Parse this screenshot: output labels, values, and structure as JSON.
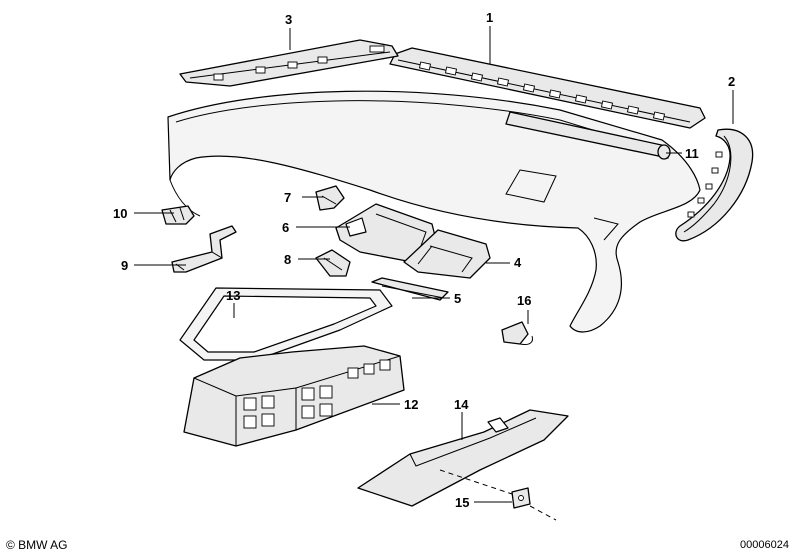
{
  "callouts": {
    "c1": "1",
    "c2": "2",
    "c3": "3",
    "c4": "4",
    "c5": "5",
    "c6": "6",
    "c7": "7",
    "c8": "8",
    "c9": "9",
    "c10": "10",
    "c11": "11",
    "c12": "12",
    "c13": "13",
    "c14": "14",
    "c15": "15",
    "c16": "16"
  },
  "footer": {
    "copyright": "© BMW AG",
    "drawing_number": "00006024"
  }
}
